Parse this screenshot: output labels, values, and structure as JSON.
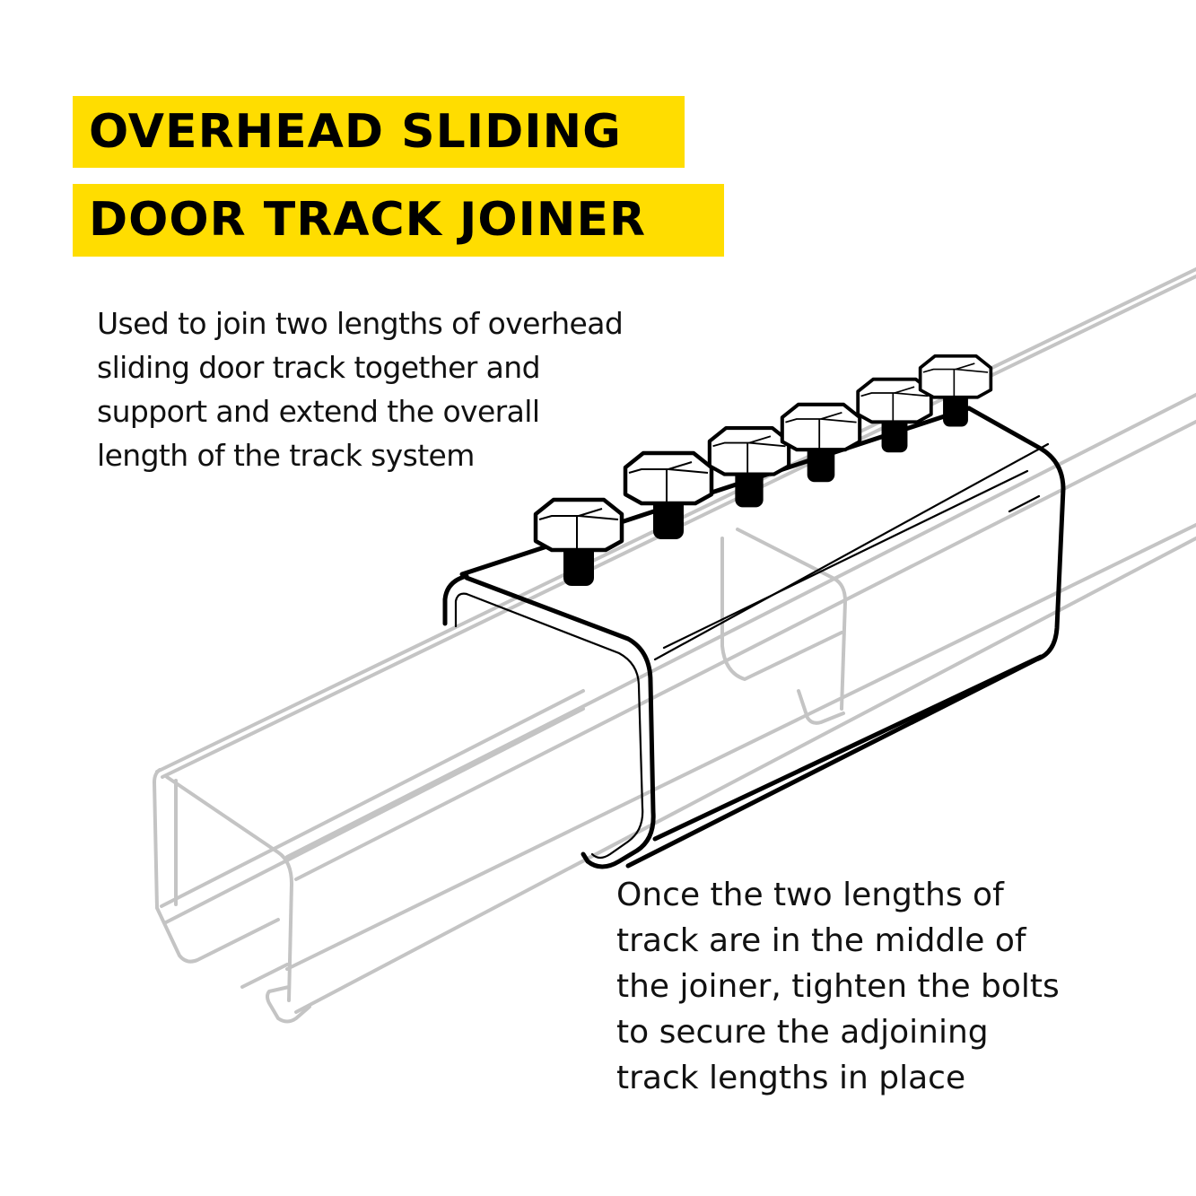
{
  "title": {
    "line1": "OVERHEAD SLIDING",
    "line2": "DOOR TRACK JOINER",
    "highlight_color": "#ffdd00",
    "text_color": "#000000"
  },
  "description_top": {
    "lines": [
      "Used to join two lengths of overhead",
      "sliding door track together and",
      "support and extend the overall",
      "length of the track system"
    ]
  },
  "description_bottom": {
    "lines": [
      "Once the two lengths of",
      "track are in the middle of",
      "the joiner, tighten the bolts",
      "to secure the adjoining",
      "track lengths in place"
    ]
  },
  "illustration": {
    "subject": "track-joiner-with-bolts",
    "bolt_count": 6,
    "track_color": "#c4c4c4",
    "joiner_color": "#000000"
  }
}
